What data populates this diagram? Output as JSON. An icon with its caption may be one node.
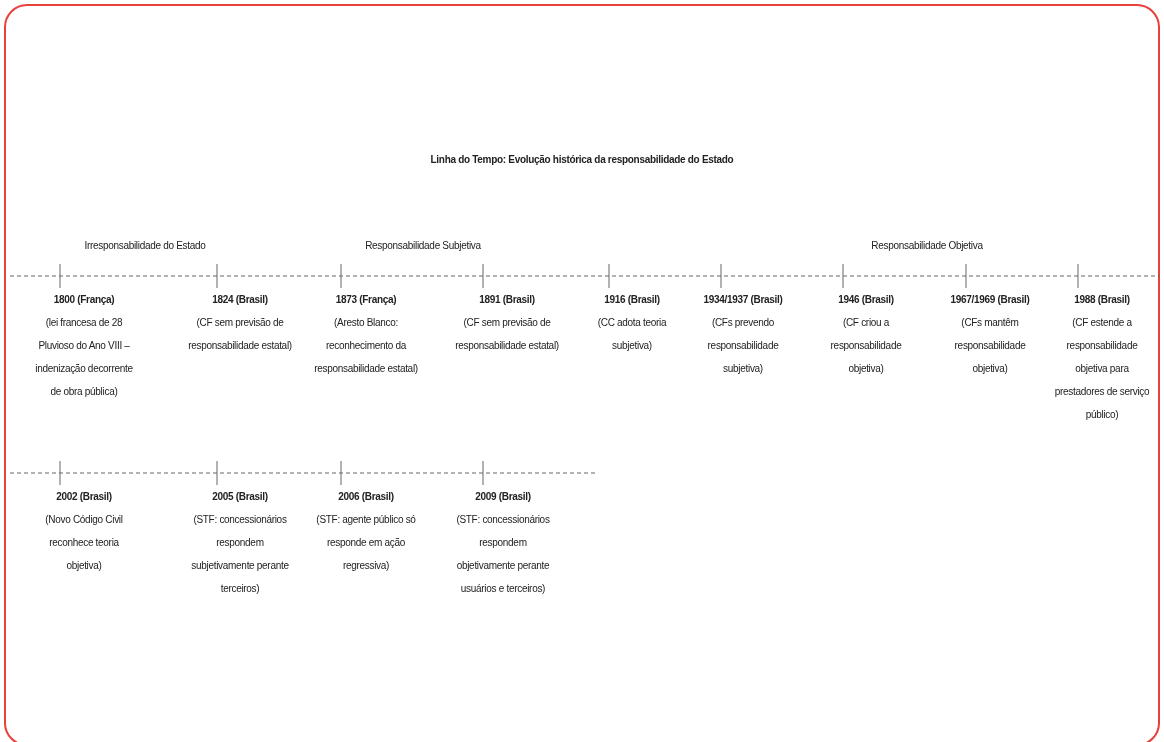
{
  "diagram": {
    "title": "Linha do Tempo: Evolução histórica da responsabilidade do Estado",
    "labels": [
      "Irresponsabilidade do Estado",
      "Responsabilidade Subjetiva",
      "Responsabilidade Objetiva",
      "1800 (França)",
      "(lei francesa de 28 Pluvioso do Ano VIII – indenização decorrente de obra pública)",
      "1824 (Brasil)",
      "(CF sem previsão de responsabilidade estatal)",
      "1873 (França)",
      "(Aresto Blanco: reconhecimento da responsabilidade estatal)",
      "1891 (Brasil)",
      "(CF sem previsão de responsabilidade estatal)",
      "1916 (Brasil)",
      "(CC adota teoria subjetiva)",
      "1934/1937 (Brasil)",
      "(CFs prevendo responsabilidade subjetiva)",
      "1946 (Brasil)",
      "(CF criou a responsabilidade objetiva)",
      "1967/1969 (Brasil)",
      "(CFs mantêm responsabilidade objetiva)",
      "1988 (Brasil)",
      "(CF estende a responsabilidade objetiva para prestadores de serviço público)",
      "2002 (Brasil)",
      "(Novo Código Civil reconhece teoria objetiva)",
      "2005 (Brasil)",
      "(STF: concessionários respondem subjetivamente perante terceiros)",
      "2006 (Brasil)",
      "(STF: agente público só responde em ação regressiva)",
      "2009 (Brasil)",
      "(STF: concessionários respondem objetivamente perante usuários e terceiros)"
    ]
  }
}
